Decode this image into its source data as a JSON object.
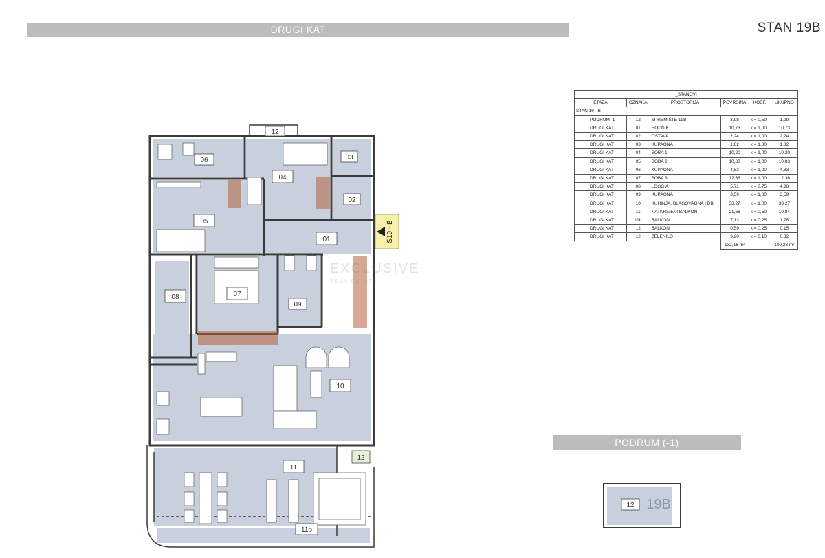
{
  "header": {
    "floor_bar": "DRUGI KAT",
    "unit_title": "STAN 19B",
    "basement_bar": "PODRUM (-1)"
  },
  "schedule": {
    "title": "_STANOVI",
    "columns": [
      "ETAŽA",
      "OZNAKA",
      "PROSTORIJA",
      "POVRŠINA",
      "KOEF.",
      "UKUPNO"
    ],
    "group": "STAN 19 - B",
    "rows": [
      {
        "etaza": "PODRUM -1",
        "oznaka": "12",
        "prostorija": "SPREMIŠTE 19B",
        "povrsina": "3,98",
        "koef": "k = 0,50",
        "ukupno": "1,99"
      },
      {
        "etaza": "DRUGI KAT",
        "oznaka": "01",
        "prostorija": "HODNIK",
        "povrsina": "10,73",
        "koef": "k = 1,00",
        "ukupno": "10,73"
      },
      {
        "etaza": "DRUGI KAT",
        "oznaka": "02",
        "prostorija": "OSTAVA",
        "povrsina": "2,24",
        "koef": "k = 1,00",
        "ukupno": "2,24"
      },
      {
        "etaza": "DRUGI KAT",
        "oznaka": "03",
        "prostorija": "KUPAONA",
        "povrsina": "1,82",
        "koef": "k = 1,00",
        "ukupno": "1,82"
      },
      {
        "etaza": "DRUGI KAT",
        "oznaka": "04",
        "prostorija": "SOBA 1",
        "povrsina": "10,20",
        "koef": "k = 1,00",
        "ukupno": "10,20"
      },
      {
        "etaza": "DRUGI KAT",
        "oznaka": "05",
        "prostorija": "SOBA 2",
        "povrsina": "10,83",
        "koef": "k = 1,00",
        "ukupno": "10,83"
      },
      {
        "etaza": "DRUGI KAT",
        "oznaka": "06",
        "prostorija": "KUPAONA",
        "povrsina": "4,83",
        "koef": "k = 1,00",
        "ukupno": "4,83"
      },
      {
        "etaza": "DRUGI KAT",
        "oznaka": "07",
        "prostorija": "SOBA 3",
        "povrsina": "12,36",
        "koef": "k = 1,00",
        "ukupno": "12,36"
      },
      {
        "etaza": "DRUGI KAT",
        "oznaka": "08",
        "prostorija": "LOGGIA",
        "povrsina": "5,71",
        "koef": "k = 0,75",
        "ukupno": "4,28"
      },
      {
        "etaza": "DRUGI KAT",
        "oznaka": "09",
        "prostorija": "KUPAONA",
        "povrsina": "3,59",
        "koef": "k = 1,00",
        "ukupno": "3,59"
      },
      {
        "etaza": "DRUGI KAT",
        "oznaka": "10",
        "prostorija": "KUHINJA, BLAGOVAONA I DB",
        "povrsina": "33,27",
        "koef": "k = 1,00",
        "ukupno": "33,27"
      },
      {
        "etaza": "DRUGI KAT",
        "oznaka": "11",
        "prostorija": "NATKRIVENI BALKON",
        "povrsina": "21,68",
        "koef": "k = 0,50",
        "ukupno": "10,84"
      },
      {
        "etaza": "DRUGI KAT",
        "oznaka": "11b",
        "prostorija": "BALKON",
        "povrsina": "7,13",
        "koef": "k = 0,25",
        "ukupno": "1,78"
      },
      {
        "etaza": "DRUGI KAT",
        "oznaka": "12",
        "prostorija": "BALKON",
        "povrsina": "0,59",
        "koef": "k = 0,25",
        "ukupno": "0,15"
      },
      {
        "etaza": "DRUGI KAT",
        "oznaka": "12",
        "prostorija": "ZELENILO",
        "povrsina": "3,20",
        "koef": "k = 0,10",
        "ukupno": "0,32"
      }
    ],
    "total_povrsina": "132,16 m²",
    "total_ukupno": "109,23 m²"
  },
  "plan": {
    "rooms": {
      "r01": "01",
      "r02": "02",
      "r03": "03",
      "r04": "04",
      "r05": "05",
      "r06": "06",
      "r07": "07",
      "r08": "08",
      "r09": "09",
      "r10": "10",
      "r11": "11",
      "r11b": "11b",
      "r12_top": "12",
      "r12_side": "12",
      "r12_basement": "12"
    },
    "section_marker": "S19 - B",
    "basement_unit": "19B",
    "colors": {
      "room_fill": "#c8d0de",
      "wall": "#3a3a3a",
      "bar": "#bcbcbc"
    }
  },
  "watermark": {
    "brand": "EXCLUSIVE",
    "sub": "REAL ESTATE"
  }
}
